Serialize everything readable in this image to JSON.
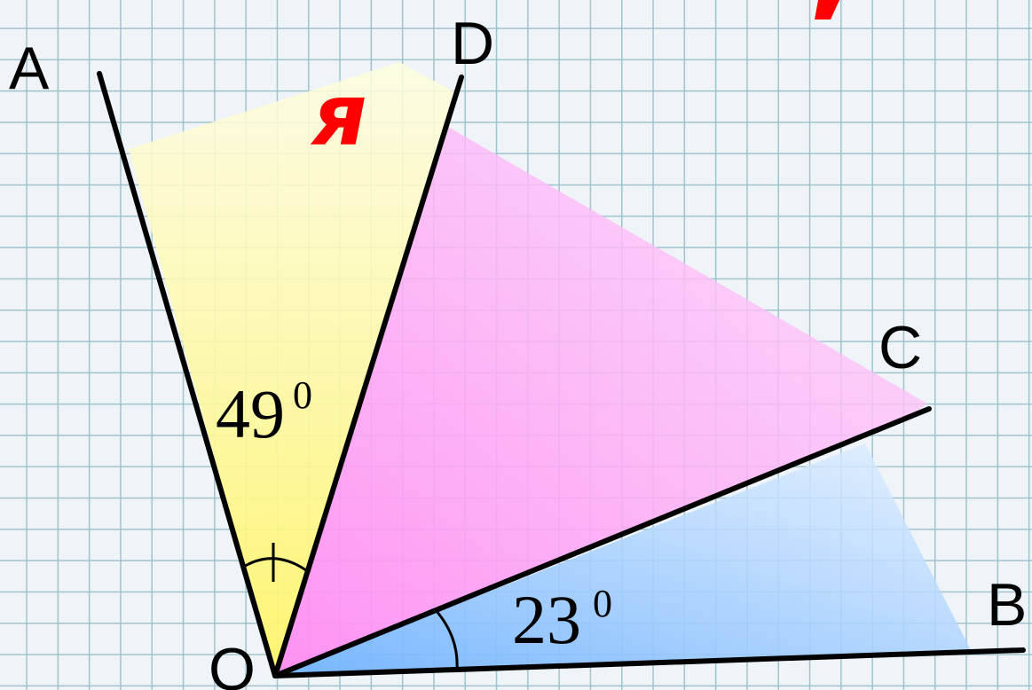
{
  "points": {
    "A": "A",
    "D": "D",
    "C": "C",
    "B": "B",
    "O": "O"
  },
  "angles": {
    "aod": {
      "value": "49",
      "degree": "0"
    },
    "cob": {
      "value": "23",
      "degree": "0"
    }
  },
  "letter": "я",
  "colors": {
    "grid_line": "#9fc3cf",
    "grid_bg": "#eef4f7",
    "sector_aod": "#fff79a",
    "sector_doc": "#ff9cf5",
    "sector_cob": "#8fc4ff",
    "rays": "#000000",
    "letter": "#ff0000"
  }
}
